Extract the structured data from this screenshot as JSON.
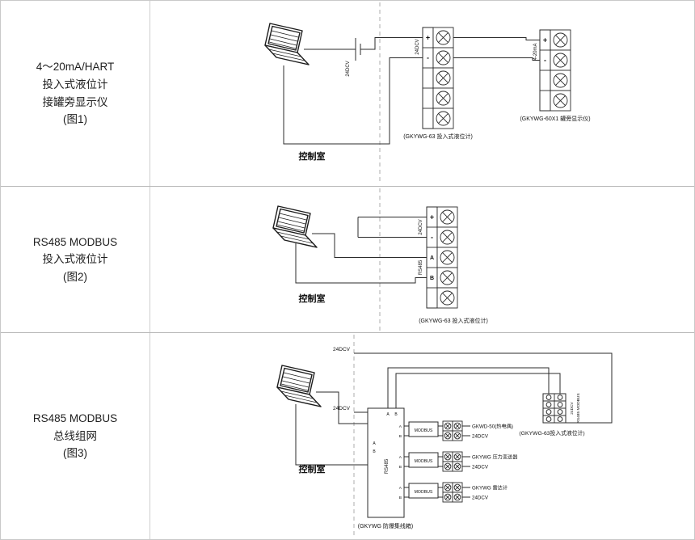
{
  "figure1": {
    "sidebar_lines": [
      "4～20mA/HART",
      "投入式液位计",
      "接罐旁显示仪",
      "(图1)"
    ],
    "control_room": "控制室",
    "psu_label": "24DCV",
    "block1": {
      "power_label": "24DCV",
      "plus": "+",
      "minus": "-",
      "caption": "(GKYWG-63 投入式液位计)"
    },
    "block2": {
      "signal_label": "4-20mA",
      "plus": "+",
      "minus": "-",
      "caption": "(GKYWG-60X1 罐旁显示仪)"
    }
  },
  "figure2": {
    "sidebar_lines": [
      "RS485 MODBUS",
      "投入式液位计",
      "(图2)"
    ],
    "control_room": "控制室",
    "power_label": "24DCV",
    "bus_label": "RS485",
    "terminals": {
      "plus": "+",
      "minus": "-",
      "a": "A",
      "b": "B"
    },
    "caption": "(GKYWG-63 投入式液位计)"
  },
  "figure3": {
    "sidebar_lines": [
      "RS485 MODBUS",
      "总线组网",
      "(图3)"
    ],
    "control_room": "控制室",
    "top_power_label": "24DCV",
    "mid_power_label": "24DCV",
    "modbus_label": "MODBUS",
    "hub": {
      "bus_label": "RS485",
      "a": "A",
      "b": "B",
      "caption": "(GKYWG 防爆集线箱)"
    },
    "branches": [
      {
        "name": "GKWD-50(热电偶)",
        "power": "24DCV"
      },
      {
        "name": "GKYWG 压力变送器",
        "power": "24DCV"
      },
      {
        "name": "GKYWG 雷达计",
        "power": "24DCV"
      }
    ],
    "device": {
      "v_label1": "24DCV",
      "v_label2": "RS485 MODBUS",
      "caption": "(GKYWG-63投入式液位计)"
    }
  }
}
